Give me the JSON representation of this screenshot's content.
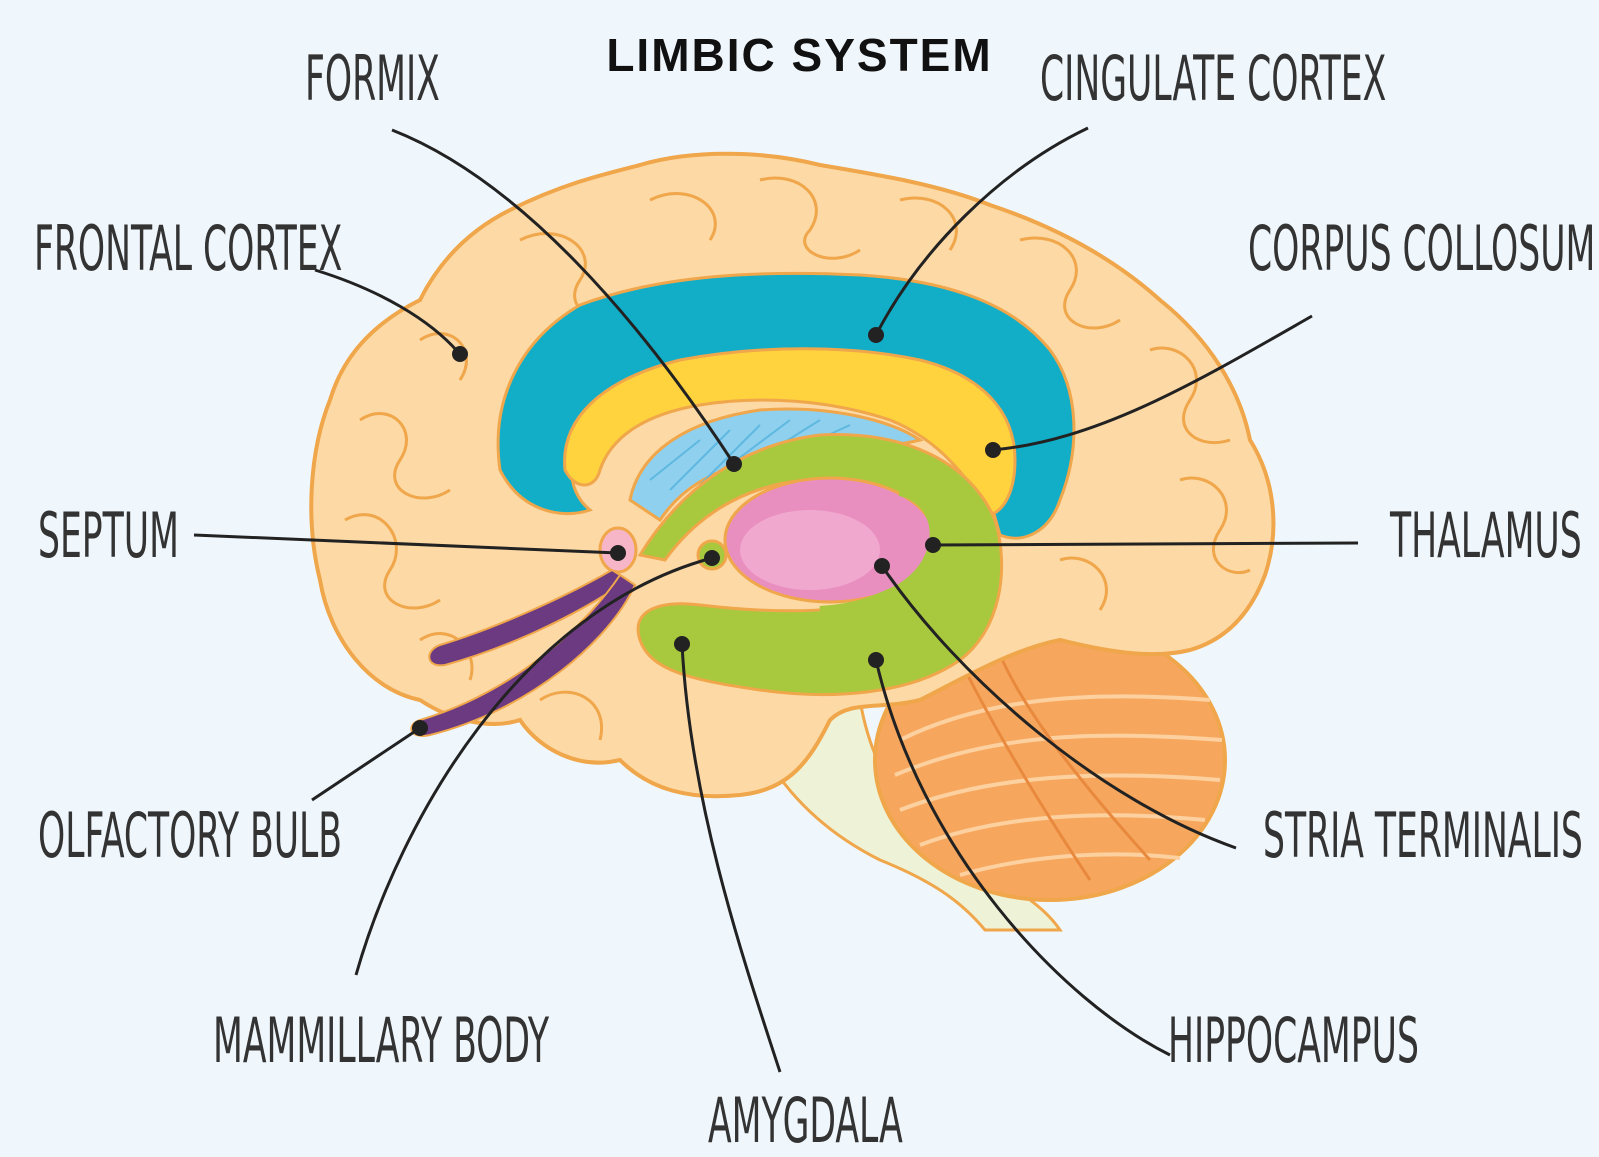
{
  "title": "LIMBIC SYSTEM",
  "labels": {
    "formix": "FORMIX",
    "cingulate_cortex": "CINGULATE CORTEX",
    "frontal_cortex": "FRONTAL CORTEX",
    "corpus_collosum": "CORPUS COLLOSUM",
    "septum": "SEPTUM",
    "thalamus": "THALAMUS",
    "olfactory_bulb": "OLFACTORY BULB",
    "stria_terminalis": "STRIA TERMINALIS",
    "mammillary_body": "MAMMILLARY BODY",
    "hippocampus": "HIPPOCAMPUS",
    "amygdala": "AMYGDALA"
  },
  "colors": {
    "background": "#f0f7fc",
    "cortex": "#fdd9a5",
    "cortex_outline": "#f0a64a",
    "cingulate": "#12aec8",
    "corpus_callosum": "#ffd33d",
    "fornix_fibers": "#8ed0ee",
    "thalamus": "#e98fbf",
    "hippocampus": "#a8c93e",
    "cerebellum": "#f6a75d",
    "olfactory": "#6b3a80",
    "brainstem": "#eef2d6",
    "leader_line": "#222222",
    "label_text": "#333333"
  }
}
